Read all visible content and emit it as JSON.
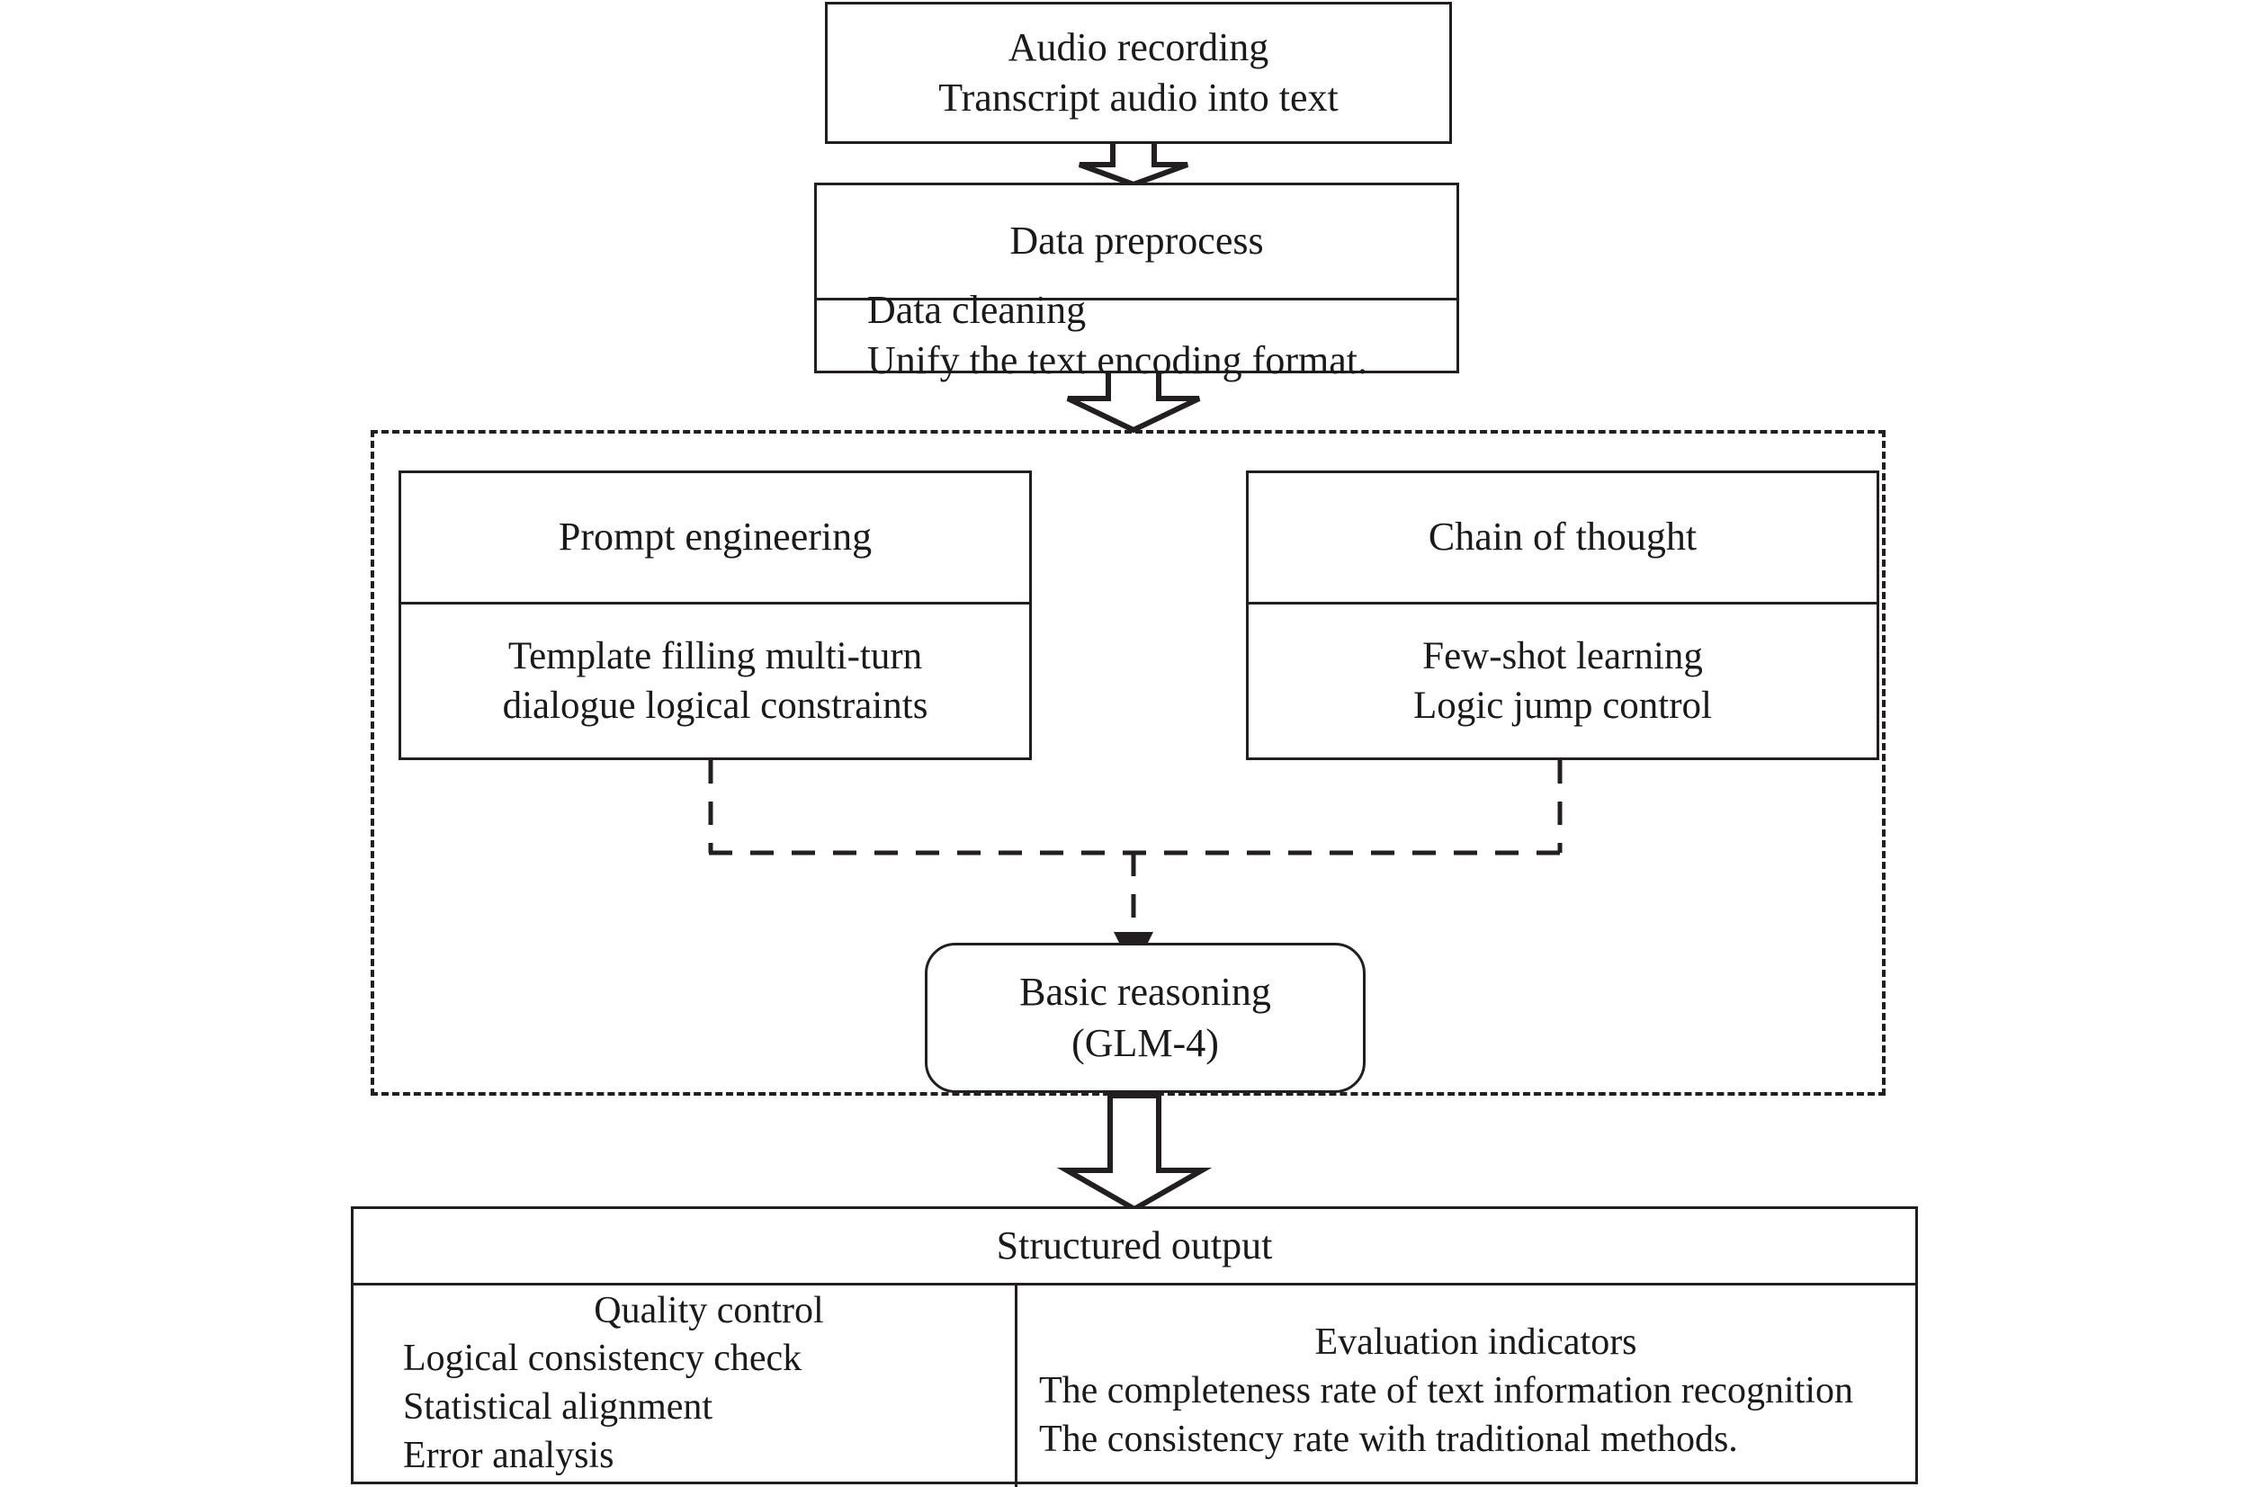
{
  "diagram": {
    "title": "LLM-based audio transcript processing pipeline",
    "type": "flowchart",
    "accent_color": "#231f20",
    "background_color": "#ffffff"
  },
  "nodes": {
    "audio_recording": {
      "id": "audio-recording",
      "lines": [
        "Audio recording",
        "Transcript audio into text"
      ],
      "align": "center",
      "shape": "rectangle"
    },
    "data_preprocess": {
      "id": "data-preprocess",
      "header": "Data preprocess",
      "lines": [
        "Data cleaning",
        "Unify the text encoding format."
      ],
      "align": "left",
      "shape": "rectangle-with-header"
    },
    "prompt_engineering": {
      "id": "prompt-engineering",
      "header": "Prompt engineering",
      "lines": [
        "Template filling multi-turn",
        "dialogue logical constraints"
      ],
      "align": "center",
      "shape": "rectangle-with-header"
    },
    "chain_of_thought": {
      "id": "chain-of-thought",
      "header": "Chain of thought",
      "lines": [
        "Few-shot learning",
        "Logic jump control"
      ],
      "align": "center",
      "shape": "rectangle-with-header"
    },
    "basic_reasoning": {
      "id": "basic-reasoning",
      "lines": [
        "Basic reasoning",
        "(GLM-4)"
      ],
      "align": "center",
      "shape": "rounded-rectangle"
    },
    "structured_output": {
      "id": "structured-output",
      "header": "Structured output",
      "shape": "rectangle-with-header-two-columns",
      "columns": [
        {
          "id": "quality-control",
          "title": "Quality control",
          "lines": [
            "Logical consistency check",
            "Statistical alignment",
            "Error analysis"
          ]
        },
        {
          "id": "evaluation-indicators",
          "title": "Evaluation indicators",
          "lines": [
            "The completeness rate of text information recognition",
            "The consistency rate with traditional methods."
          ]
        }
      ]
    }
  },
  "groups": {
    "reasoning_group": {
      "id": "reasoning-group",
      "style": "dashed",
      "label": "",
      "contains": [
        "prompt-engineering",
        "chain-of-thought",
        "basic-reasoning"
      ]
    }
  },
  "connectors": [
    {
      "id": "arrow-audio-to-preprocess",
      "from": "audio-recording",
      "to": "data-preprocess",
      "style": "block-arrow",
      "direction": "down"
    },
    {
      "id": "arrow-preprocess-to-group",
      "from": "data-preprocess",
      "to": "reasoning-group",
      "style": "block-arrow",
      "direction": "down"
    },
    {
      "id": "link-prompt-to-reasoning",
      "from": "prompt-engineering",
      "to": "basic-reasoning",
      "style": "dashed-elbow",
      "direction": "down"
    },
    {
      "id": "link-cot-to-reasoning",
      "from": "chain-of-thought",
      "to": "basic-reasoning",
      "style": "dashed-elbow",
      "direction": "down"
    },
    {
      "id": "arrow-group-to-output",
      "from": "reasoning-group",
      "to": "structured-output",
      "style": "block-arrow",
      "direction": "down"
    }
  ]
}
